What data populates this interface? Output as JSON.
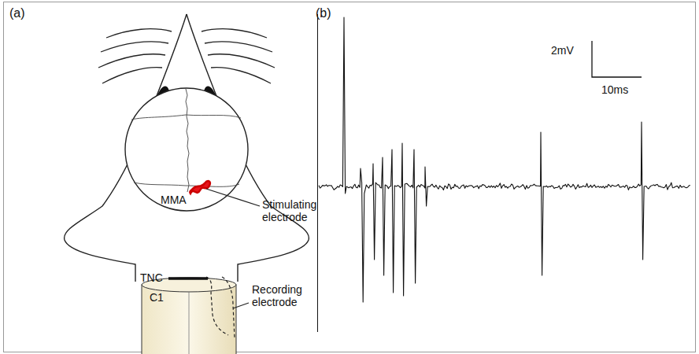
{
  "diagram": {
    "labels": [
      "(a)",
      "(b)",
      "MMA",
      "Stimulating electrode",
      "TNC",
      "C1",
      "Recording electrode",
      "2mV",
      "10ms"
    ]
  }
}
